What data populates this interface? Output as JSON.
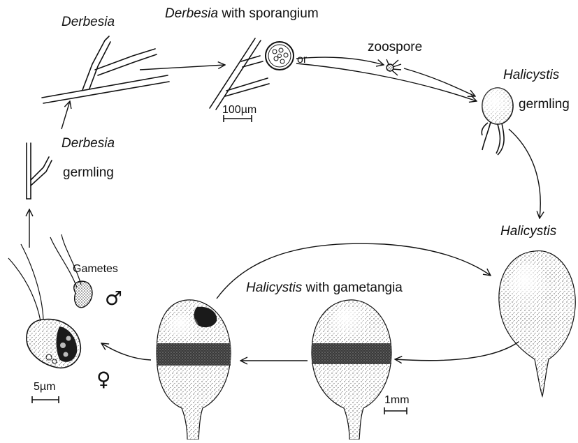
{
  "labels": {
    "derbesia_top": "Derbesia",
    "with_sporangium_genus": "Derbesia",
    "with_sporangium_rest": "with sporangium",
    "or": "or",
    "zoospore": "zoospore",
    "halicystis_germling_genus": "Halicystis",
    "halicystis_germling_rest": "germling",
    "derbesia_germling_genus": "Derbesia",
    "derbesia_germling_rest": "germling",
    "halicystis_mature": "Halicystis",
    "gametangia_genus": "Halicystis",
    "gametangia_rest": "with gametangia",
    "gametes": "Gametes",
    "male_symbol": "♂",
    "female_symbol": "♀"
  },
  "scale_bars": {
    "sporangium": "100µm",
    "gametes": "5µm",
    "halicystis": "1mm"
  },
  "colors": {
    "ink": "#111111",
    "stipple": "#444444",
    "dark_band": "#2a2a2a",
    "background": "#ffffff"
  }
}
